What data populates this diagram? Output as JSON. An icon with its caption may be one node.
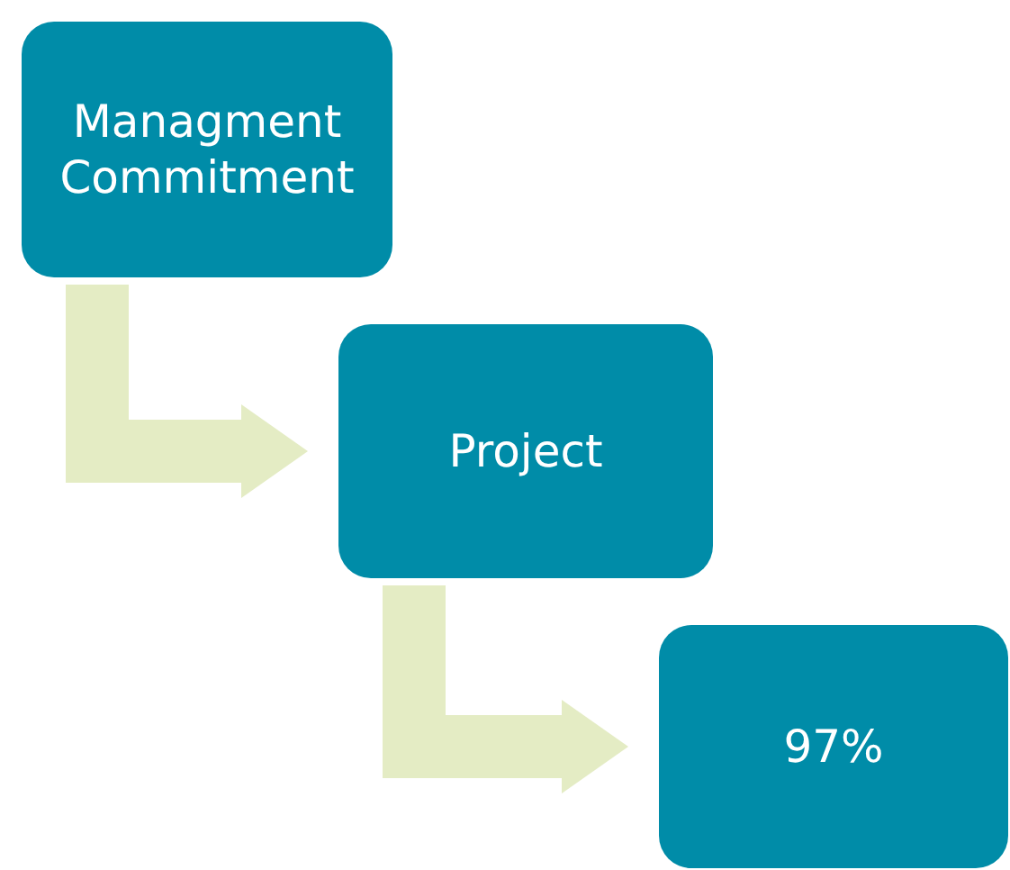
{
  "diagram": {
    "nodes": [
      {
        "text": [
          "Managment Commitment"
        ]
      },
      {
        "text": [
          "Project"
        ]
      },
      {
        "text": [
          "97%"
        ]
      }
    ],
    "edges": [
      {
        "from": 0,
        "to": 1,
        "arrow": "to"
      },
      {
        "from": 1,
        "to": 2,
        "arrow": "to"
      }
    ]
  }
}
